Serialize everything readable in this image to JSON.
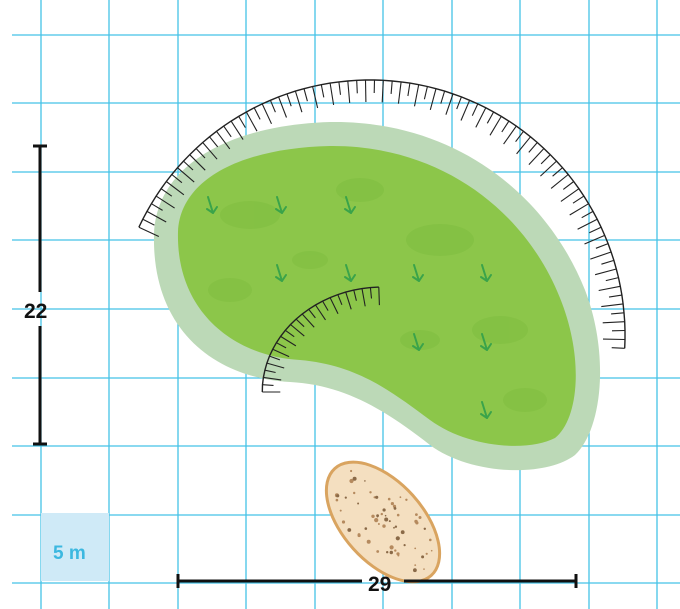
{
  "map": {
    "grid_cell_size_m": 5,
    "scale_label": "5 m",
    "height_label": "22",
    "width_label": "29",
    "colors": {
      "grid": "#45c2e6",
      "scale_box": "#cfeaf7",
      "scale_text": "#3cb8e0",
      "fringe": "#bcd9b7",
      "green": "#8cc64a",
      "green_mottle": "#7fbe40",
      "arrow": "#3aa34a",
      "bunker_fill": "#f4dfc0",
      "bunker_edge": "#d9a460",
      "hachure": "#222222"
    },
    "icons": [
      "slope-arrow-icon",
      "hachure-ridge",
      "sand-bunker"
    ]
  }
}
